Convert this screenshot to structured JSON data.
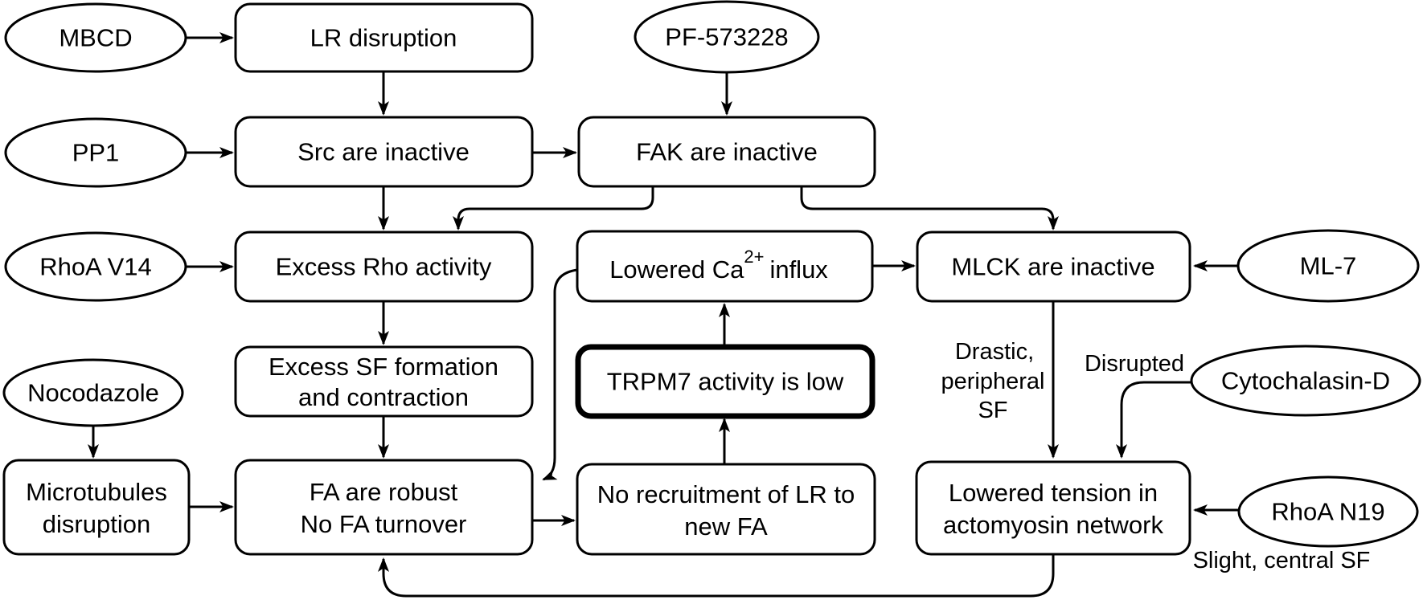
{
  "diagram": {
    "colors": {
      "stroke": "#000000",
      "fill": "#ffffff",
      "text": "#000000",
      "background": "#ffffff"
    },
    "nodes": {
      "mbcd": {
        "shape": "ellipse",
        "label": "MBCD"
      },
      "pp1": {
        "shape": "ellipse",
        "label": "PP1"
      },
      "rhoa_v14": {
        "shape": "ellipse",
        "label": "RhoA V14"
      },
      "nocodazole": {
        "shape": "ellipse",
        "label": "Nocodazole"
      },
      "pf573228": {
        "shape": "ellipse",
        "label": "PF-573228"
      },
      "ml7": {
        "shape": "ellipse",
        "label": "ML-7"
      },
      "cytochalasin_d": {
        "shape": "ellipse",
        "label": "Cytochalasin-D"
      },
      "rhoa_n19": {
        "shape": "ellipse",
        "label": "RhoA N19"
      },
      "lr_disruption": {
        "shape": "rect",
        "label": "LR disruption"
      },
      "src_inactive": {
        "shape": "rect",
        "label": "Src are inactive"
      },
      "fak_inactive": {
        "shape": "rect",
        "label": "FAK are inactive"
      },
      "excess_rho": {
        "shape": "rect",
        "label": "Excess Rho activity"
      },
      "lowered_ca": {
        "shape": "rect",
        "label": "Lowered Ca2+ influx",
        "pre": "Lowered Ca",
        "sup": "2+",
        "post": "influx"
      },
      "mlck_inactive": {
        "shape": "rect",
        "label": "MLCK are inactive"
      },
      "excess_sf": {
        "shape": "rect",
        "label": "Excess SF formation and contraction",
        "lines": [
          "Excess SF formation",
          "and contraction"
        ]
      },
      "trpm7": {
        "shape": "rect",
        "style": "bold-border",
        "label": "TRPM7 activity is low"
      },
      "microtubules": {
        "shape": "rect",
        "label": "Microtubules disruption",
        "lines": [
          "Microtubules",
          "disruption"
        ]
      },
      "fa_robust": {
        "shape": "rect",
        "label": "FA are robust No FA turnover",
        "lines": [
          "FA are robust",
          "No FA turnover"
        ]
      },
      "no_recruitment": {
        "shape": "rect",
        "label": "No recruitment of LR to new FA",
        "lines": [
          "No recruitment of LR to",
          "new FA"
        ]
      },
      "lowered_tension": {
        "shape": "rect",
        "label": "Lowered tension in actomyosin network",
        "lines": [
          "Lowered tension in",
          "actomyosin network"
        ]
      }
    },
    "edge_labels": {
      "drastic_peripheral_sf": {
        "lines": [
          "Drastic,",
          "peripheral",
          "SF"
        ]
      },
      "disrupted": "Disrupted",
      "slight_central_sf": "Slight, central SF"
    },
    "edges": [
      {
        "from": "mbcd",
        "to": "lr_disruption"
      },
      {
        "from": "pp1",
        "to": "src_inactive"
      },
      {
        "from": "rhoa_v14",
        "to": "excess_rho"
      },
      {
        "from": "nocodazole",
        "to": "microtubules"
      },
      {
        "from": "pf573228",
        "to": "fak_inactive"
      },
      {
        "from": "lr_disruption",
        "to": "src_inactive"
      },
      {
        "from": "src_inactive",
        "to": "fak_inactive"
      },
      {
        "from": "src_inactive",
        "to": "excess_rho"
      },
      {
        "from": "fak_inactive",
        "to": "excess_rho"
      },
      {
        "from": "fak_inactive",
        "to": "mlck_inactive"
      },
      {
        "from": "excess_rho",
        "to": "excess_sf"
      },
      {
        "from": "excess_sf",
        "to": "fa_robust"
      },
      {
        "from": "microtubules",
        "to": "fa_robust"
      },
      {
        "from": "fa_robust",
        "to": "no_recruitment"
      },
      {
        "from": "no_recruitment",
        "to": "trpm7"
      },
      {
        "from": "trpm7",
        "to": "lowered_ca"
      },
      {
        "from": "lowered_ca",
        "to": "mlck_inactive"
      },
      {
        "from": "lowered_ca",
        "to": "fa_robust"
      },
      {
        "from": "ml7",
        "to": "mlck_inactive"
      },
      {
        "from": "mlck_inactive",
        "to": "lowered_tension",
        "label": "Drastic, peripheral SF"
      },
      {
        "from": "cytochalasin_d",
        "to": "lowered_tension",
        "label": "Disrupted"
      },
      {
        "from": "rhoa_n19",
        "to": "lowered_tension",
        "label": "Slight, central SF"
      },
      {
        "from": "lowered_tension",
        "to": "fa_robust"
      }
    ]
  }
}
